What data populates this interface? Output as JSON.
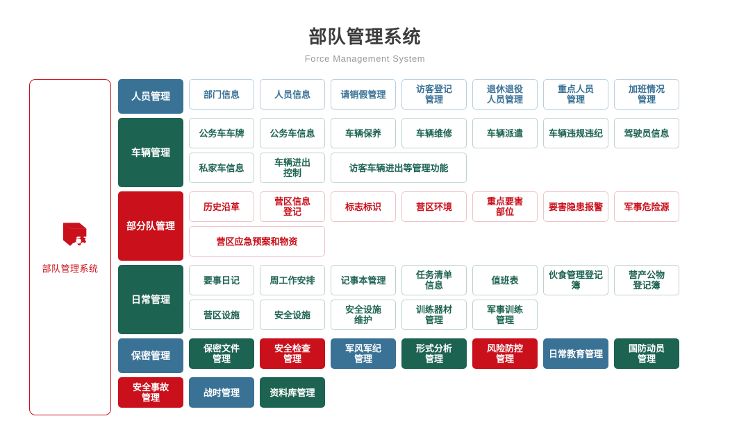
{
  "header": {
    "title": "部队管理系统",
    "subtitle": "Force Management System"
  },
  "brand": {
    "label": "部队管理系统",
    "icon": "cube-gear-icon",
    "color": "#c9101b"
  },
  "palette": {
    "blue": "#3a7296",
    "green": "#1d6351",
    "red": "#c9101b"
  },
  "categories": [
    {
      "label": "人员管理",
      "color": "blue",
      "items": [
        {
          "lines": [
            "部门信息"
          ],
          "style": "outline",
          "color": "blue",
          "width": 1
        },
        {
          "lines": [
            "人员信息"
          ],
          "style": "outline",
          "color": "blue",
          "width": 1
        },
        {
          "lines": [
            "请销假管理"
          ],
          "style": "outline",
          "color": "blue",
          "width": 1
        },
        {
          "lines": [
            "访客登记",
            "管理"
          ],
          "style": "outline",
          "color": "blue",
          "width": 1
        },
        {
          "lines": [
            "退休退役",
            "人员管理"
          ],
          "style": "outline",
          "color": "blue",
          "width": 1
        },
        {
          "lines": [
            "重点人员",
            "管理"
          ],
          "style": "outline",
          "color": "blue",
          "width": 1
        },
        {
          "lines": [
            "加班情况",
            "管理"
          ],
          "style": "outline",
          "color": "blue",
          "width": 1
        }
      ]
    },
    {
      "label": "车辆管理",
      "color": "green",
      "items": [
        {
          "lines": [
            "公务车车牌"
          ],
          "style": "outline",
          "color": "green",
          "width": 1
        },
        {
          "lines": [
            "公务车信息"
          ],
          "style": "outline",
          "color": "green",
          "width": 1
        },
        {
          "lines": [
            "车辆保养"
          ],
          "style": "outline",
          "color": "green",
          "width": 1
        },
        {
          "lines": [
            "车辆维修"
          ],
          "style": "outline",
          "color": "green",
          "width": 1
        },
        {
          "lines": [
            "车辆派遣"
          ],
          "style": "outline",
          "color": "green",
          "width": 1
        },
        {
          "lines": [
            "车辆违规违纪"
          ],
          "style": "outline",
          "color": "green",
          "width": 1
        },
        {
          "lines": [
            "驾驶员信息"
          ],
          "style": "outline",
          "color": "green",
          "width": 1
        },
        {
          "lines": [
            "私家车信息"
          ],
          "style": "outline",
          "color": "green",
          "width": 1
        },
        {
          "lines": [
            "车辆进出",
            "控制"
          ],
          "style": "outline",
          "color": "green",
          "width": 1
        },
        {
          "lines": [
            "访客车辆进出等管理功能"
          ],
          "style": "outline",
          "color": "green",
          "width": 2
        }
      ]
    },
    {
      "label": "部分队管理",
      "color": "red",
      "items": [
        {
          "lines": [
            "历史沿革"
          ],
          "style": "outline",
          "color": "red",
          "width": 1
        },
        {
          "lines": [
            "营区信息",
            "登记"
          ],
          "style": "outline",
          "color": "red",
          "width": 1
        },
        {
          "lines": [
            "标志标识"
          ],
          "style": "outline",
          "color": "red",
          "width": 1
        },
        {
          "lines": [
            "营区环境"
          ],
          "style": "outline",
          "color": "red",
          "width": 1
        },
        {
          "lines": [
            "重点要害",
            "部位"
          ],
          "style": "outline",
          "color": "red",
          "width": 1
        },
        {
          "lines": [
            "要害隐患报警"
          ],
          "style": "outline",
          "color": "red",
          "width": 1
        },
        {
          "lines": [
            "军事危险源"
          ],
          "style": "outline",
          "color": "red",
          "width": 1
        },
        {
          "lines": [
            "营区应急预案和物资"
          ],
          "style": "outline",
          "color": "red",
          "width": 2
        }
      ]
    },
    {
      "label": "日常管理",
      "color": "green",
      "items": [
        {
          "lines": [
            "要事日记"
          ],
          "style": "outline",
          "color": "green",
          "width": 1
        },
        {
          "lines": [
            "周工作安排"
          ],
          "style": "outline",
          "color": "green",
          "width": 1
        },
        {
          "lines": [
            "记事本管理"
          ],
          "style": "outline",
          "color": "green",
          "width": 1
        },
        {
          "lines": [
            "任务清单",
            "信息"
          ],
          "style": "outline",
          "color": "green",
          "width": 1
        },
        {
          "lines": [
            "值班表"
          ],
          "style": "outline",
          "color": "green",
          "width": 1
        },
        {
          "lines": [
            "伙食管理登记簿"
          ],
          "style": "outline",
          "color": "green",
          "width": 1
        },
        {
          "lines": [
            "营产公物",
            "登记簿"
          ],
          "style": "outline",
          "color": "green",
          "width": 1
        },
        {
          "lines": [
            "营区设施"
          ],
          "style": "outline",
          "color": "green",
          "width": 1
        },
        {
          "lines": [
            "安全设施"
          ],
          "style": "outline",
          "color": "green",
          "width": 1
        },
        {
          "lines": [
            "安全设施",
            "维护"
          ],
          "style": "outline",
          "color": "green",
          "width": 1
        },
        {
          "lines": [
            "训练器材",
            "管理"
          ],
          "style": "outline",
          "color": "green",
          "width": 1
        },
        {
          "lines": [
            "军事训练",
            "管理"
          ],
          "style": "outline",
          "color": "green",
          "width": 1
        }
      ]
    },
    {
      "label": "保密管理",
      "color": "blue",
      "items": [
        {
          "lines": [
            "保密文件",
            "管理"
          ],
          "style": "fill",
          "color": "green",
          "width": 1
        },
        {
          "lines": [
            "安全检查",
            "管理"
          ],
          "style": "fill",
          "color": "red",
          "width": 1
        },
        {
          "lines": [
            "军风军纪",
            "管理"
          ],
          "style": "fill",
          "color": "blue",
          "width": 1
        },
        {
          "lines": [
            "形式分析",
            "管理"
          ],
          "style": "fill",
          "color": "green",
          "width": 1
        },
        {
          "lines": [
            "风险防控",
            "管理"
          ],
          "style": "fill",
          "color": "red",
          "width": 1
        },
        {
          "lines": [
            "日常教育管理"
          ],
          "style": "fill",
          "color": "blue",
          "width": 1
        },
        {
          "lines": [
            "国防动员",
            "管理"
          ],
          "style": "fill",
          "color": "green",
          "width": 1
        }
      ]
    }
  ],
  "tail_items": [
    {
      "lines": [
        "安全事故",
        "管理"
      ],
      "style": "fill",
      "color": "red",
      "width": 1
    },
    {
      "lines": [
        "战时管理"
      ],
      "style": "fill",
      "color": "blue",
      "width": 1
    },
    {
      "lines": [
        "资料库管理"
      ],
      "style": "fill",
      "color": "green",
      "width": 1
    }
  ]
}
